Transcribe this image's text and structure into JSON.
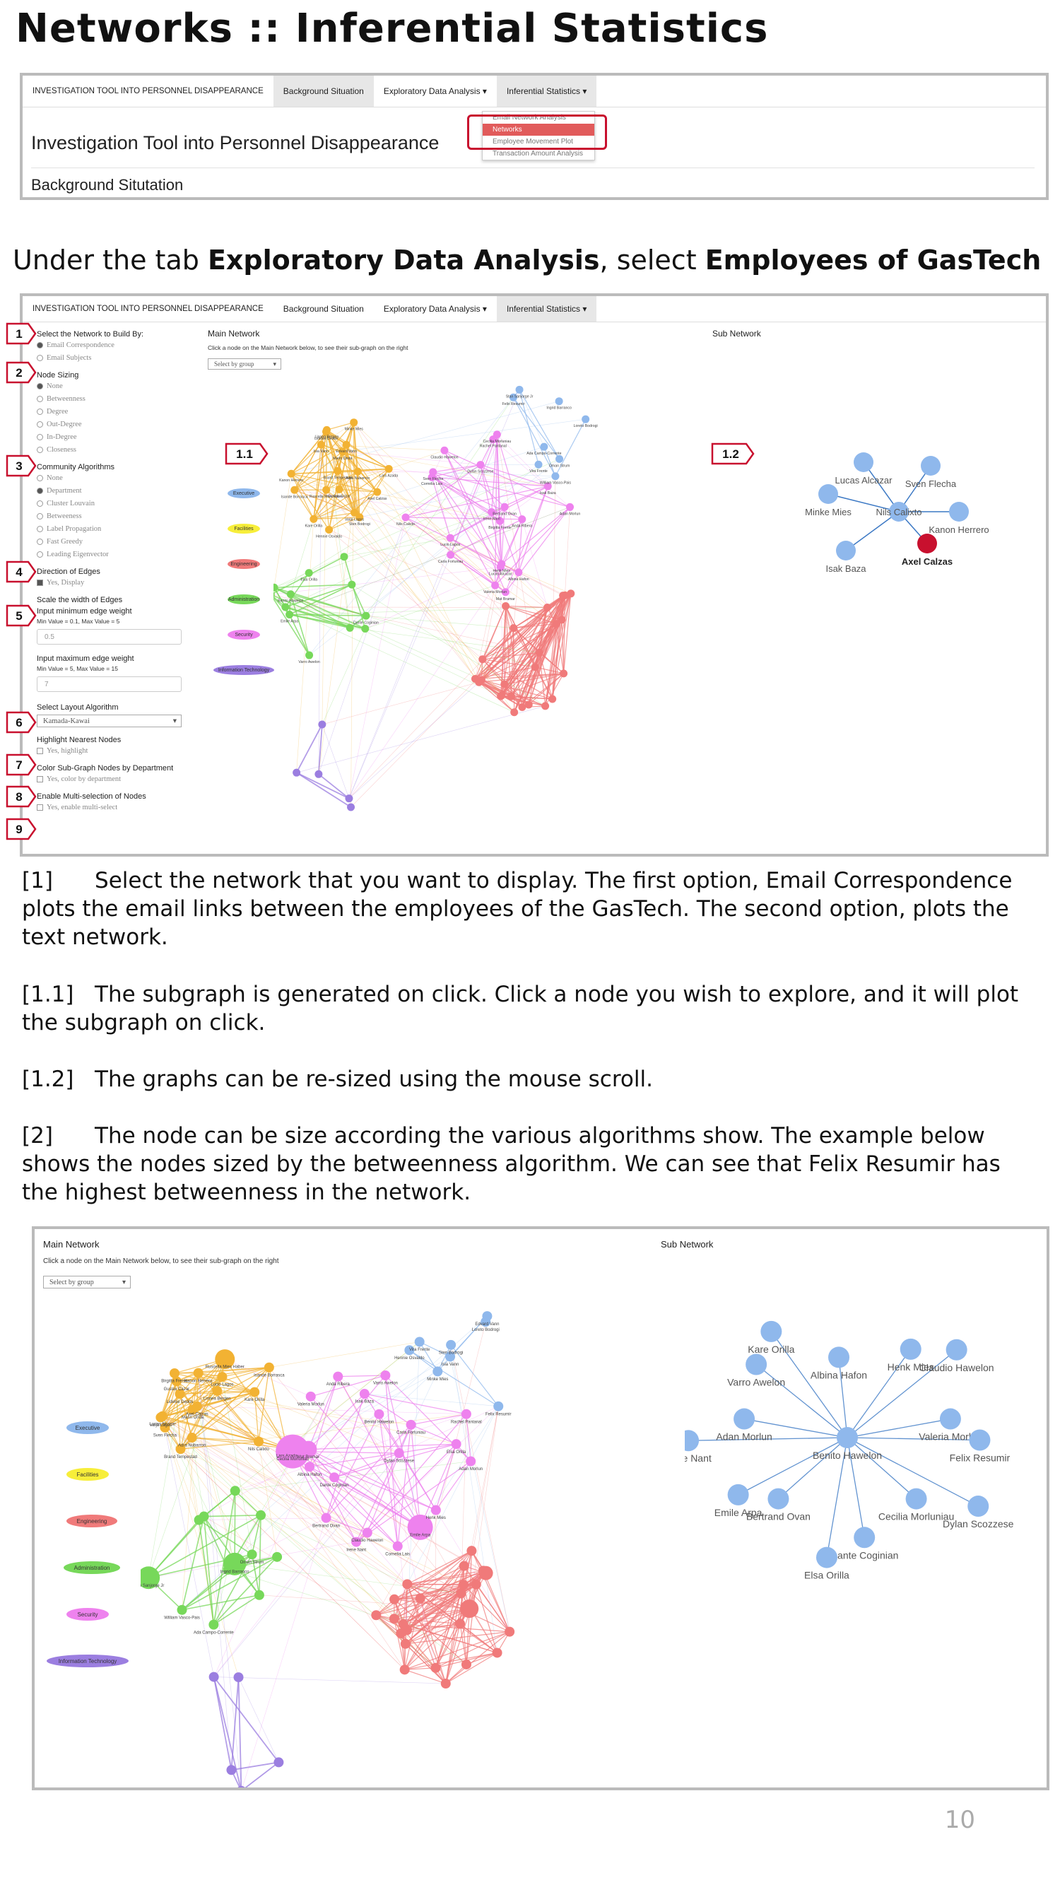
{
  "page": {
    "title": "Networks :: Inferential Statistics",
    "subtitle_pre": "Under the tab ",
    "subtitle_b1": "Exploratory Data Analysis",
    "subtitle_mid": ", select ",
    "subtitle_b2": "Employees of GasTech",
    "page_number": "10"
  },
  "nav": {
    "brand": "INVESTIGATION TOOL INTO PERSONNEL DISAPPEARANCE",
    "items": [
      "Background Situation",
      "Exploratory Data Analysis ▾",
      "Inferential Statistics ▾"
    ],
    "dropdown": [
      "Email Network Analysis",
      "Networks",
      "Employee Movement Plot",
      "Transaction Amount Analysis"
    ]
  },
  "header": {
    "app_title": "Investigation Tool into Personnel Disappearance",
    "section": "Background Situtation"
  },
  "sidebar": {
    "network_label": "Select the Network to Build By:",
    "network_options": [
      "Email Correspondence",
      "Email Subjects"
    ],
    "sizing_label": "Node Sizing",
    "sizing_options": [
      "None",
      "Betweenness",
      "Degree",
      "Out-Degree",
      "In-Degree",
      "Closeness"
    ],
    "community_label": "Community Algorithms",
    "community_options": [
      "None",
      "Department",
      "Cluster Louvain",
      "Betweeness",
      "Label Propagation",
      "Fast Greedy",
      "Leading Eigenvector"
    ],
    "direction_label": "Direction of Edges",
    "direction_option": "Yes, Display",
    "scale_label": "Scale the width of Edges",
    "min_label": "Input minimum edge weight",
    "min_hint": "Min Value = 0.1, Max Value = 5",
    "min_value": "0.5",
    "max_label": "Input maximum edge weight",
    "max_hint": "Min Value = 5, Max Value = 15",
    "max_value": "7",
    "layout_label": "Select Layout Algorithm",
    "layout_value": "Kamada-Kawai",
    "highlight_label": "Highlight Nearest Nodes",
    "highlight_option": "Yes, highlight",
    "color_label": "Color Sub-Graph Nodes by Department",
    "color_option": "Yes, color by department",
    "multi_label": "Enable Multi-selection of Nodes",
    "multi_option": "Yes, enable multi-select"
  },
  "main": {
    "main_title": "Main Network",
    "main_hint": "Click a node on the Main Network below, to see their sub-graph on the right",
    "select_group": "Select by group",
    "sub_title": "Sub Network"
  },
  "badges": [
    "1",
    "2",
    "3",
    "4",
    "5",
    "6",
    "7",
    "8",
    "9",
    "1.1",
    "1.2"
  ],
  "legend": [
    "Executive",
    "Facilities",
    "Engineering",
    "Administration",
    "Security",
    "Information Technology"
  ],
  "colors": {
    "Executive": "#8fb8ec",
    "Facilities": "#f7ee3a",
    "Engineering": "#f07a7a",
    "Administration": "#77d85a",
    "Security": "#ee82ee",
    "Information Technology": "#9b7ee0",
    "orange": "#f2b233",
    "highlight_red": "#c8102e"
  },
  "subnet1": {
    "center": "Nils Calixto",
    "nodes": [
      "Lucas Alcazar",
      "Sven Flecha",
      "Minke Mies",
      "Kanon Herrero",
      "Isak Baza",
      "Axel Calzas"
    ]
  },
  "subnet2": {
    "center": "Benito Hawelon",
    "nodes": [
      "Albina Hafon",
      "Henk Mies",
      "Claudio Hawelon",
      "Valeria Morlun",
      "Felix Resumir",
      "Dylan Scozzese",
      "Cecilia Morluniau",
      "Dante Coginian",
      "Elsa Orilla",
      "Bertrand Ovan",
      "Emile Arpa",
      "Irene Nant",
      "Adan Morlun",
      "Varro Awelon",
      "Kare Orilla"
    ]
  },
  "network_labels": [
    "Stan Sanjorge Jr",
    "Ada Campo-Corrente",
    "William Vasco-Pais",
    "Oman Strum",
    "Ingrid Barranco",
    "Felix Resumir",
    "Loreto Bodrogi",
    "Vira Frente",
    "Hennie Osvaldo",
    "Minke Mies",
    "Isia Vann",
    "Edvard Vann",
    "Sten Bodrogi",
    "Varja Lagos",
    "Kanon Herrero",
    "Ruscella Mies Haber",
    "Linnea Bergen",
    "Adra Nubarron",
    "Marin Onda",
    "Kare Orilla",
    "Gustav Cazar",
    "Isande Borrasca",
    "Brand Tempestad",
    "Axel Calzas",
    "Lars Azada",
    "Lidelse Dedos",
    "Birgitta Frente",
    "Lucas Alcazar",
    "Lucio Lagos",
    "Nils Calixto",
    "Sven Flecha",
    "Isak Baza",
    "Mat Bramar",
    "Rachel Pantanal",
    "Carla Forluniau",
    "Cornelia Lais",
    "Anda Ribera",
    "Adan Morlun",
    "Bertrand Ovan",
    "Dylan Scozzese",
    "Albina Hafon",
    "Claudio Hawelon",
    "Henk Mies",
    "Valeria Morlun",
    "Irene Nant",
    "Cecilia Morluniau",
    "Benito Hawelon",
    "Varro Awelon",
    "Dante Coginian",
    "Emile Arpa",
    "Elsa Orilla"
  ],
  "paragraphs": [
    "[1]      Select the network that you want to display. The first option, Email Correspondence plots the email links between the employees of the GasTech. The second option, plots the text network.",
    "[1.1]   The subgraph is generated on click. Click a node you wish to explore, and it will plot the subgraph on click.",
    "[1.2]   The graphs can be re-sized using the mouse scroll.",
    "[2]      The node can be size according the various algorithms show. The example below shows the nodes sized by the betweenness algorithm. We can see that Felix Resumir has the highest betweenness in the network."
  ]
}
